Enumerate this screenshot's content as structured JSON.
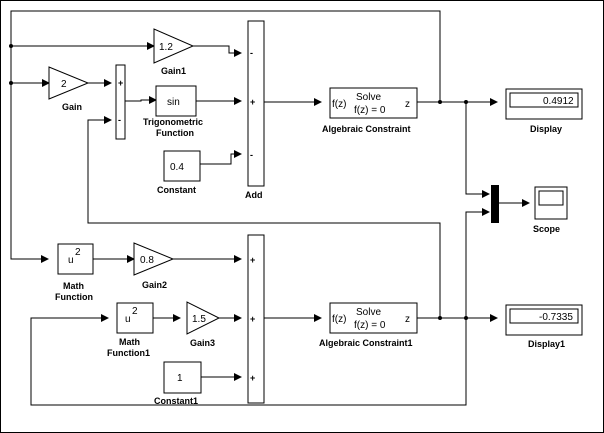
{
  "blocks": {
    "gain1": {
      "value": "1.2",
      "label": "Gain1"
    },
    "gain": {
      "value": "2",
      "label": "Gain"
    },
    "trig": {
      "value": "sin",
      "label_line1": "Trigonometric",
      "label_line2": "Function"
    },
    "constant": {
      "value": "0.4",
      "label": "Constant"
    },
    "add": {
      "label": "Add"
    },
    "sum1": {
      "sign_top": "+",
      "sign_bottom": "-"
    },
    "alg1": {
      "line1": "Solve",
      "line2": "f(z) = 0",
      "in_port": "f(z)",
      "out_port": "z",
      "label": "Algebraic Constraint"
    },
    "display": {
      "value": "0.4912",
      "label": "Display"
    },
    "scope": {
      "label": "Scope"
    },
    "mathfn": {
      "value": "u",
      "exp": "2",
      "label_line1": "Math",
      "label_line2": "Function"
    },
    "gain2": {
      "value": "0.8",
      "label": "Gain2"
    },
    "mathfn1": {
      "value": "u",
      "exp": "2",
      "label_line1": "Math",
      "label_line2": "Function1"
    },
    "gain3": {
      "value": "1.5",
      "label": "Gain3"
    },
    "constant1": {
      "value": "1",
      "label": "Constant1"
    },
    "alg2": {
      "line1": "Solve",
      "line2": "f(z) = 0",
      "in_port": "f(z)",
      "out_port": "z",
      "label": "Algebraic Constraint1"
    },
    "display1": {
      "value": "-0.7335",
      "label": "Display1"
    }
  },
  "add_signs": {
    "in1": "-",
    "in2": "+",
    "in3": "-"
  },
  "sum2_signs": {
    "in1": "+",
    "in2": "+",
    "in3": "+"
  }
}
